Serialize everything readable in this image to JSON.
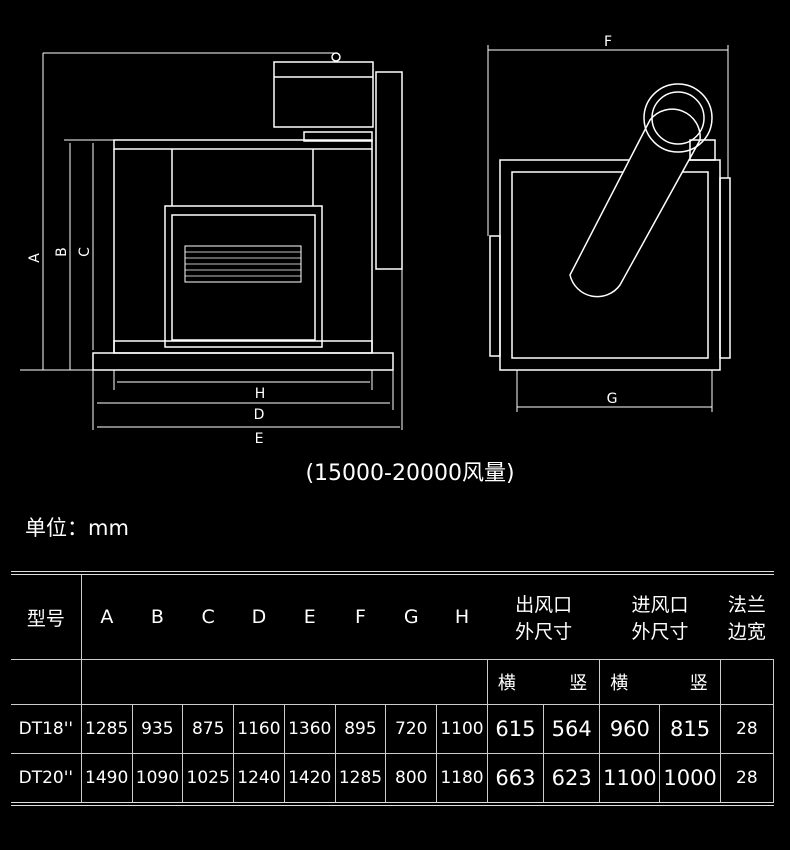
{
  "diagram": {
    "front_labels": [
      "A",
      "B",
      "C",
      "H",
      "D",
      "E"
    ],
    "side_labels": [
      "F",
      "G"
    ]
  },
  "caption": "(15000-20000风量)",
  "unit_label": "单位：mm",
  "table": {
    "model_header": "型号",
    "dim_headers": [
      "A",
      "B",
      "C",
      "D",
      "E",
      "F",
      "G",
      "H"
    ],
    "outlet_header": "出风口\n外尺寸",
    "inlet_header": "进风口\n外尺寸",
    "flange_header": "法兰\n边宽",
    "sub_headers": [
      "横",
      "竖",
      "横",
      "竖"
    ],
    "rows": [
      {
        "model": "DT18''",
        "values": [
          "1285",
          "935",
          "875",
          "1160",
          "1360",
          "895",
          "720",
          "1100",
          "615",
          "564",
          "960",
          "815",
          "28"
        ]
      },
      {
        "model": "DT20''",
        "values": [
          "1490",
          "1090",
          "1025",
          "1240",
          "1420",
          "1285",
          "800",
          "1180",
          "663",
          "623",
          "1100",
          "1000",
          "28"
        ]
      }
    ]
  }
}
